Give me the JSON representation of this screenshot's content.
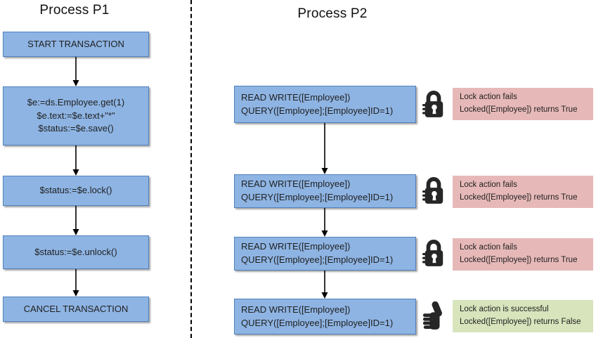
{
  "p1": {
    "title": "Process P1",
    "boxes": [
      {
        "lines": [
          "START TRANSACTION"
        ]
      },
      {
        "lines": [
          "$e:=ds.Employee.get(1)",
          "$e.text:=$e.text+\"*\"",
          "$status:=$e.save()"
        ]
      },
      {
        "lines": [
          "$status:=$e.lock()"
        ]
      },
      {
        "lines": [
          "$status:=$e.unlock()"
        ]
      },
      {
        "lines": [
          "CANCEL TRANSACTION"
        ]
      }
    ]
  },
  "p2": {
    "title": "Process P2",
    "rows": [
      {
        "box_lines": [
          "READ WRITE([Employee])",
          "QUERY([Employee];[Employee]ID=1)"
        ],
        "icon": "lock-icon",
        "note_lines": [
          "Lock action fails",
          "Locked([Employee]) returns True"
        ],
        "note_type": "fail"
      },
      {
        "box_lines": [
          "READ WRITE([Employee])",
          "QUERY([Employee];[Employee]ID=1)"
        ],
        "icon": "lock-icon",
        "note_lines": [
          "Lock action fails",
          "Locked([Employee]) returns True"
        ],
        "note_type": "fail"
      },
      {
        "box_lines": [
          "READ WRITE([Employee])",
          "QUERY([Employee];[Employee]ID=1)"
        ],
        "icon": "lock-icon",
        "note_lines": [
          "Lock action fails",
          "Locked([Employee]) returns True"
        ],
        "note_type": "fail"
      },
      {
        "box_lines": [
          "READ WRITE([Employee])",
          "QUERY([Employee];[Employee]ID=1)"
        ],
        "icon": "thumbs-up-icon",
        "note_lines": [
          "Lock action is successful",
          "Locked([Employee]) returns False"
        ],
        "note_type": "success"
      }
    ]
  },
  "colors": {
    "box_fill": "#8EB4E3",
    "box_border": "#4F81BD",
    "fail_bg": "#E6B9B8",
    "success_bg": "#D7E4BC",
    "icon": "#262626"
  }
}
